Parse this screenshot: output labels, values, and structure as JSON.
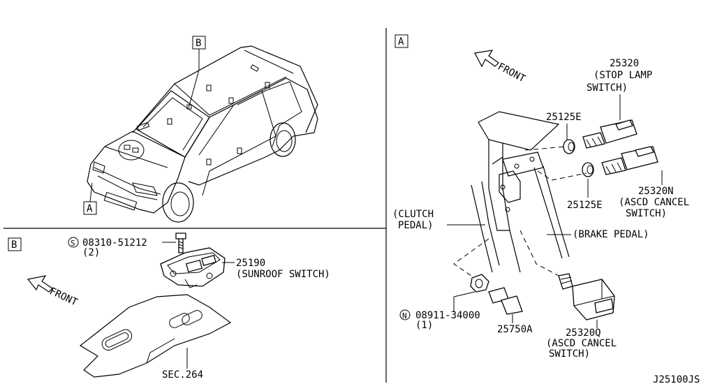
{
  "boxes": {
    "a": "A",
    "b": "B"
  },
  "front_left": "FRONT",
  "front_right": "FRONT",
  "panel_b": {
    "bolt_circle": "S",
    "bolt_part": "08310-51212",
    "bolt_qty": "(2)",
    "switch_part": "25190",
    "switch_name": "(SUNROOF SWITCH)",
    "sec_ref": "SEC.264"
  },
  "panel_a": {
    "stop_lamp_part": "25320",
    "stop_lamp_name_1": "(STOP LAMP",
    "stop_lamp_name_2": "SWITCH)",
    "nut_top_part": "25125E",
    "nut_bottom_part": "25125E",
    "ascd_n_part": "25320N",
    "ascd_n_name_1": "(ASCD CANCEL",
    "ascd_n_name_2": "SWITCH)",
    "clutch_1": "(CLUTCH",
    "clutch_2": "PEDAL)",
    "brake": "(BRAKE PEDAL)",
    "nut_circle": "N",
    "nut_part": "08911-34000",
    "nut_qty": "(1)",
    "bolt_part": "25750A",
    "ascd_q_part": "25320Q",
    "ascd_q_name_1": "(ASCD CANCEL",
    "ascd_q_name_2": "SWITCH)"
  },
  "diagram_code": "J25100JS"
}
